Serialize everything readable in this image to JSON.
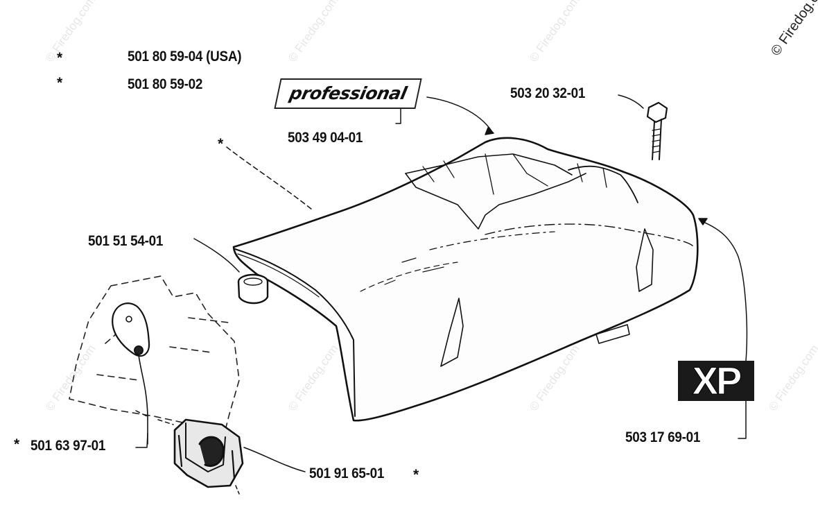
{
  "diagram": {
    "parts": {
      "cover_usa": "501 80 59-04 (USA)",
      "cover": "501 80 59-02",
      "professional_decal": "503 49 04-01",
      "screw": "503 20 32-01",
      "plug": "501 51 54-01",
      "xp_decal": "503 17 69-01",
      "grommet": "501 63 97-01",
      "holder": "501 91 65-01"
    },
    "asterisk": "*",
    "decal_professional_text": "professional",
    "decal_xp_text": "XP",
    "copyright": "© Firedog.com",
    "watermark": "© Firedog.com"
  }
}
